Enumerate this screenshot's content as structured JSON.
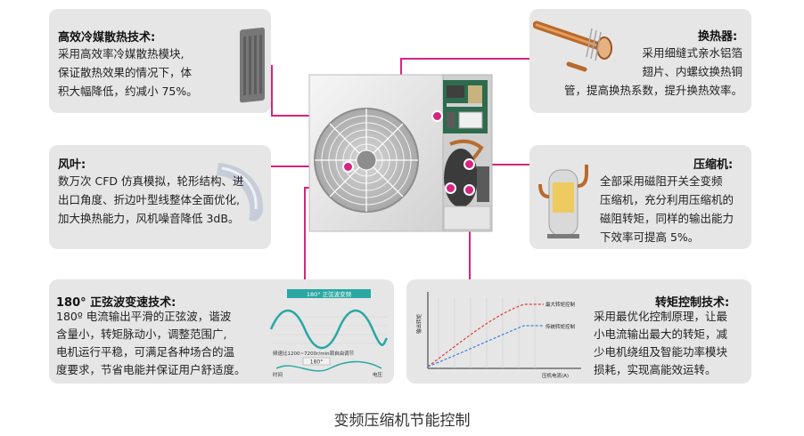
{
  "caption": "变频压缩机节能控制",
  "colors": {
    "accent": "#d6247f",
    "card": "#e6e6e6"
  },
  "cards": {
    "heat_dissipation": {
      "title": "高效冷媒散热技术:",
      "lines": [
        "采用高效率冷媒散热模块,",
        "保证散热效果的情况下，体",
        "积大幅降低，约减小 75%。"
      ]
    },
    "heat_exchanger": {
      "title": "换热器:",
      "lines": [
        "采用细缝式亲水铝箔",
        "翅片、内螺纹换热铜",
        "管，提高换热系数，提升换热效率。"
      ]
    },
    "fan_blade": {
      "title": "风叶:",
      "lines": [
        "数万次 CFD 仿真模拟，轮形结构、进",
        "出口角度、折边叶型线整体全面优化,",
        "加大换热能力，风机噪音降低 3dB。"
      ]
    },
    "compressor": {
      "title": "压缩机:",
      "lines": [
        "全部采用磁阻开关全变频",
        "压缩机，充分利用压缩机的",
        "磁阻转矩，同样的输出能力",
        "下效率可提高 5%。"
      ]
    },
    "sine_wave": {
      "title": "180° 正弦波变速技术:",
      "lines": [
        "180º 电流输出平滑的正弦波，谐波",
        "含量小，转矩脉动小，调整范围广,",
        "电机运行平稳，可满足各种场合的温",
        "度要求，节省电能并保证用户舒适度。"
      ]
    },
    "torque_control": {
      "title": "转矩控制技术:",
      "lines": [
        "采用最优化控制原理，让最",
        "小电流输出最大的转矩，减",
        "少电机绕组及智能功率模块",
        "损耗，实现高能效运转。"
      ]
    }
  },
  "wave_figure": {
    "banner": "180° 正弦波变频",
    "speed_note": "频速比1200~7200r/min周自由调节",
    "angle": "180°",
    "label_left": "时间",
    "label_right": "电压"
  },
  "chart_data": {
    "type": "line",
    "xlabel": "压机电流(A)",
    "ylabel": "输出转矩",
    "series": [
      {
        "name": "最大转矩控制",
        "color": "#e03c3c",
        "style": "dashed"
      },
      {
        "name": "传统转矩控制",
        "color": "#3d7fd6",
        "style": "dashed"
      }
    ]
  }
}
